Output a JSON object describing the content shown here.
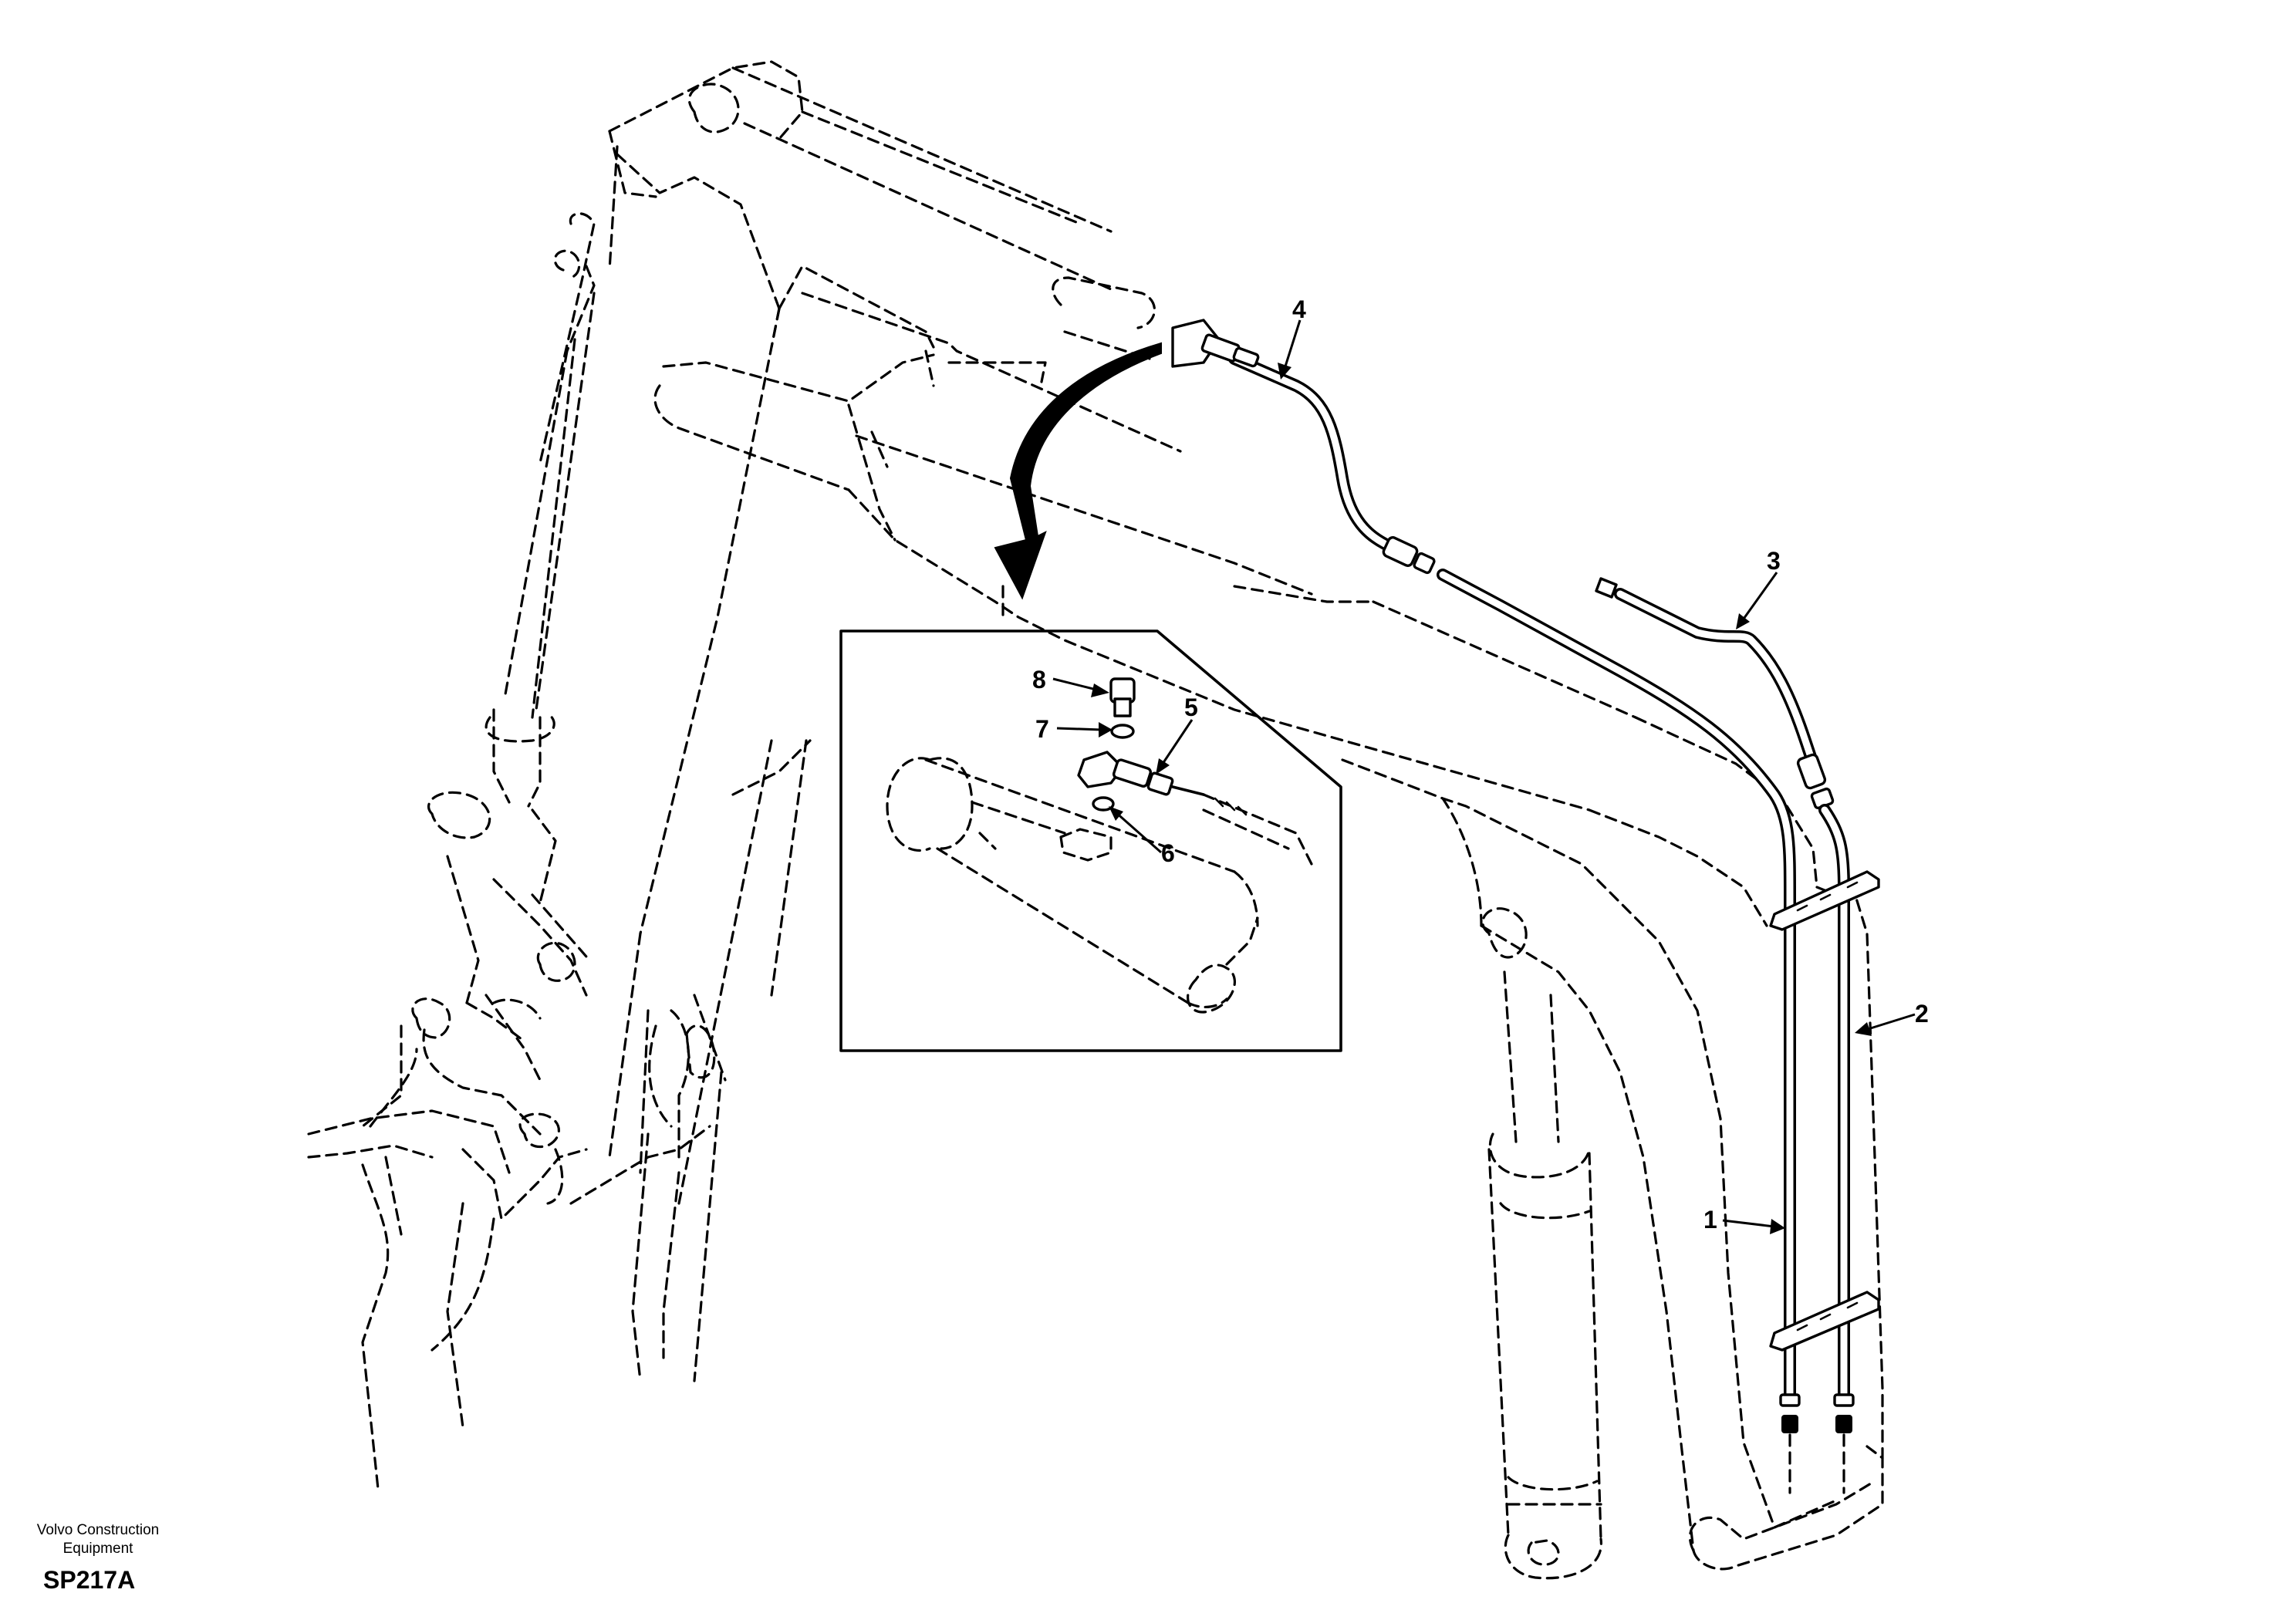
{
  "diagram": {
    "callouts": [
      {
        "id": "1",
        "text": "1"
      },
      {
        "id": "2",
        "text": "2"
      },
      {
        "id": "3",
        "text": "3"
      },
      {
        "id": "4",
        "text": "4"
      },
      {
        "id": "5",
        "text": "5"
      },
      {
        "id": "6",
        "text": "6"
      },
      {
        "id": "7",
        "text": "7"
      },
      {
        "id": "8",
        "text": "8"
      }
    ]
  },
  "footer": {
    "brand": "Volvo Construction Equipment",
    "code": "SP217A"
  }
}
